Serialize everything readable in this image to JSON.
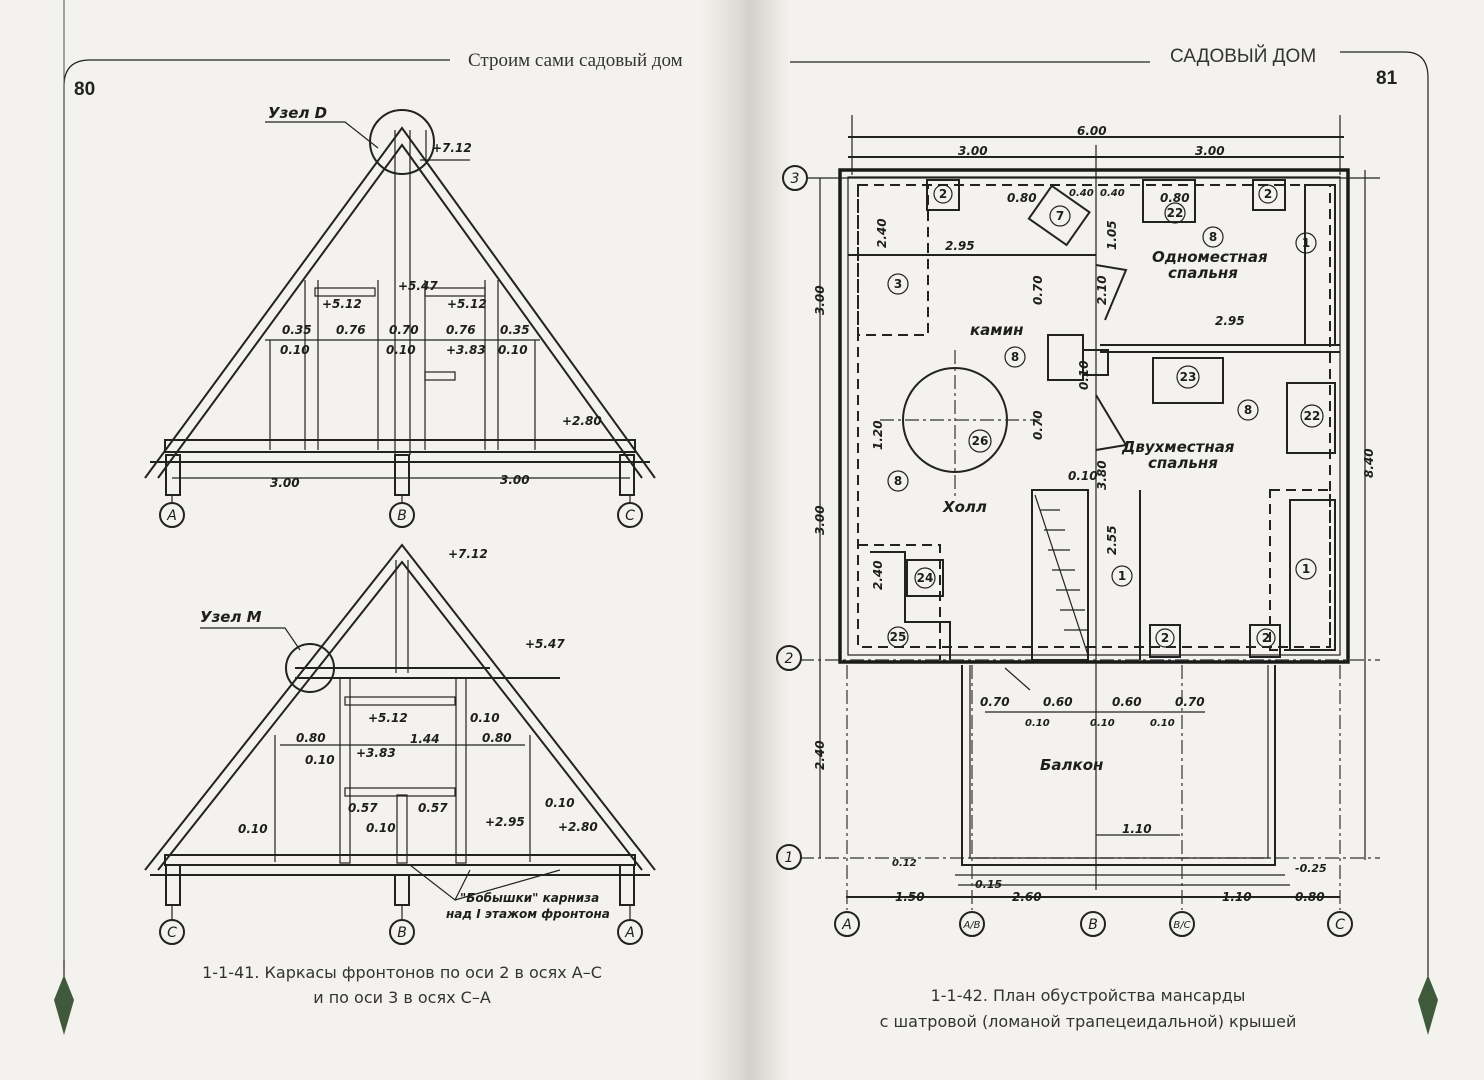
{
  "header": {
    "left_running_title": "Строим сами садовый дом",
    "right_running_title": "САДОВЫЙ ДОМ",
    "left_page_number": "80",
    "right_page_number": "81"
  },
  "figure_41": {
    "node_d": "Узел D",
    "node_m": "Узел М",
    "top": {
      "el_712": "+7.12",
      "el_547": "+5.47",
      "el_512a": "+5.12",
      "el_512b": "+5.12",
      "d035a": "0.35",
      "d076a": "0.76",
      "d070": "0.70",
      "d076b": "0.76",
      "d035b": "0.35",
      "d010a": "0.10",
      "d010b": "0.10",
      "d010c": "0.10",
      "el_383": "+3.83",
      "el_280": "+2.80",
      "span_left": "3.00",
      "span_right": "3.00",
      "axes": [
        "A",
        "B",
        "C"
      ]
    },
    "bottom": {
      "el_712": "+7.12",
      "el_547": "+5.47",
      "el_512": "+5.12",
      "d010a": "0.10",
      "d080a": "0.80",
      "d144": "1.44",
      "d080b": "0.80",
      "d010b": "0.10",
      "el_383": "+3.83",
      "d057a": "0.57",
      "d057b": "0.57",
      "d010c": "0.10",
      "d010d": "0.10",
      "el_295": "+2.95",
      "el_280": "+2.80",
      "d010e": "0.10",
      "note_line1": "\"Бобышки\" карниза",
      "note_line2": "над I этажом фронтона",
      "axes": [
        "C",
        "B",
        "A"
      ]
    },
    "caption_line1": "1-1-41. Каркасы фронтонов по оси 2 в осях А–С",
    "caption_line2": "и по оси 3 в осях С–А"
  },
  "figure_42": {
    "dims": {
      "total_width": "6.00",
      "half_left": "3.00",
      "half_right": "3.00",
      "d080a": "0.80",
      "d040a": "0.40",
      "d040b": "0.40",
      "d080b": "0.80",
      "d240a": "2.40",
      "d295a": "2.95",
      "d105": "1.05",
      "d070a": "0.70",
      "d210": "2.10",
      "d300a": "3.00",
      "d295b": "2.95",
      "d010a": "0.10",
      "d120": "1.20",
      "d070b": "0.70",
      "d010b": "0.10",
      "d380": "3.80",
      "d840": "8.40",
      "d300b": "3.00",
      "d255": "2.55",
      "d240b": "2.40",
      "b070a": "0.70",
      "b060a": "0.60",
      "b060b": "0.60",
      "b070b": "0.70",
      "b010a": "0.10",
      "b010b": "0.10",
      "b010c": "0.10",
      "d240c": "2.40",
      "d110a": "1.10",
      "d012": "0.12",
      "d015": "0.15",
      "d025": "-0.25",
      "w150": "1.50",
      "w260": "2.60",
      "w110": "1.10",
      "w080": "0.80"
    },
    "rooms": {
      "single_bedroom_1": "Одноместная",
      "single_bedroom_2": "спальня",
      "fireplace": "камин",
      "double_bedroom_1": "Двухместная",
      "double_bedroom_2": "спальня",
      "hall": "Холл",
      "balcony": "Балкон"
    },
    "markers": [
      "2",
      "7",
      "22",
      "8",
      "2",
      "1",
      "3",
      "8",
      "23",
      "8",
      "22",
      "26",
      "8",
      "1",
      "1",
      "24",
      "25",
      "2",
      "2"
    ],
    "row_axes": [
      "3",
      "2",
      "1"
    ],
    "col_axes": [
      "A",
      "A/B",
      "B",
      "B/C",
      "C"
    ],
    "caption_line1": "1-1-42. План обустройства мансарды",
    "caption_line2": "с шатровой (ломаной трапецеидальной) крышей"
  },
  "colors": {
    "paper": "#f3f2ee",
    "ink": "#1e1e1e",
    "ornament": "#3f5a3a"
  }
}
